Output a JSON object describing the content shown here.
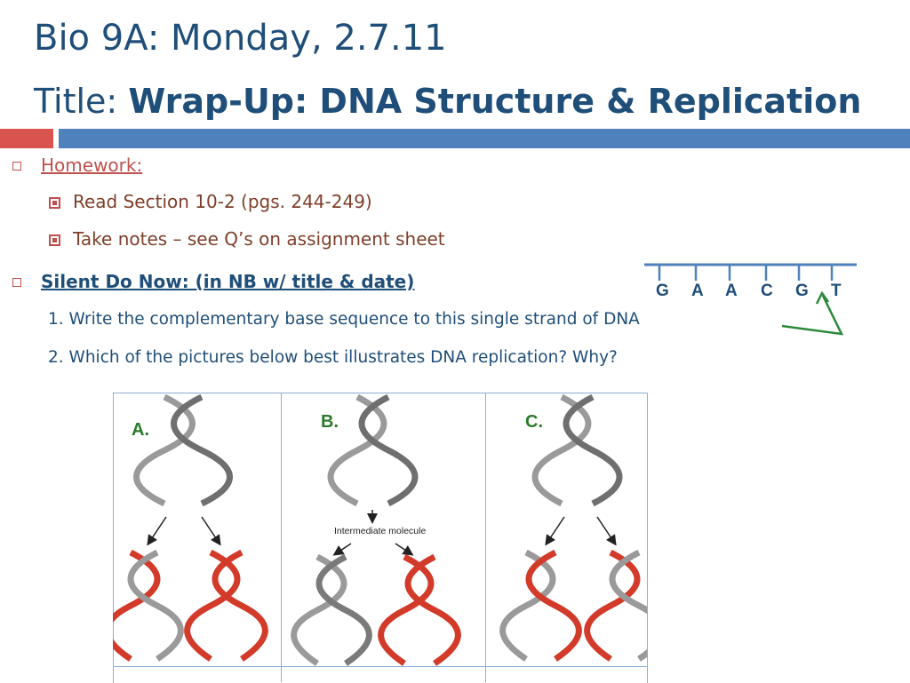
{
  "header": {
    "title_line1": "Bio 9A: Monday, 2.7.11",
    "title_prefix": "Title:",
    "title_main": "Wrap-Up: DNA Structure & Replication"
  },
  "homework": {
    "label": "Homework:",
    "items": [
      "Read Section 10-2 (pgs. 244-249)",
      "Take notes – see Q’s on assignment sheet"
    ]
  },
  "do_now": {
    "label": "Silent Do Now: (in NB w/ title & date)",
    "q1": "1.  Write the complementary base sequence to this single strand of DNA",
    "q2": "2. Which of the pictures below best illustrates DNA replication?  Why?"
  },
  "dna_strand": {
    "bases": [
      "G",
      "A",
      "A",
      "C",
      "G",
      "T"
    ]
  },
  "figure": {
    "panels": [
      "A.",
      "B.",
      "C."
    ],
    "intermediate_label": "Intermediate molecule"
  },
  "colors": {
    "title": "#1f4e79",
    "accent_red": "#d9534f",
    "accent_blue": "#4f81bd",
    "bullet": "#c0504d",
    "label_green": "#2b7a2b",
    "dna_gray": "#8c8c8c",
    "dna_red": "#d23a2a"
  }
}
